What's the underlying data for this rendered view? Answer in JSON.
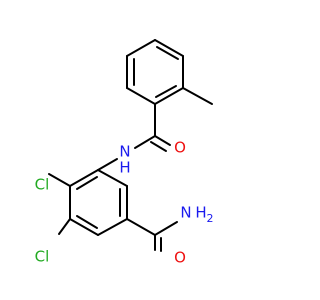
{
  "molecule": {
    "atom_labels": {
      "cl_top": "Cl",
      "cl_bottom": "Cl",
      "nh": "N",
      "h_nh": "H",
      "o_amide_top": "O",
      "o_amide_bottom": "O",
      "nh2": "N",
      "h_nh2": "H",
      "h2_sub": "2"
    },
    "colors": {
      "bond": "#000000",
      "chlorine": "#22aa22",
      "nitrogen": "#1a1aee",
      "oxygen": "#ee1111"
    }
  }
}
